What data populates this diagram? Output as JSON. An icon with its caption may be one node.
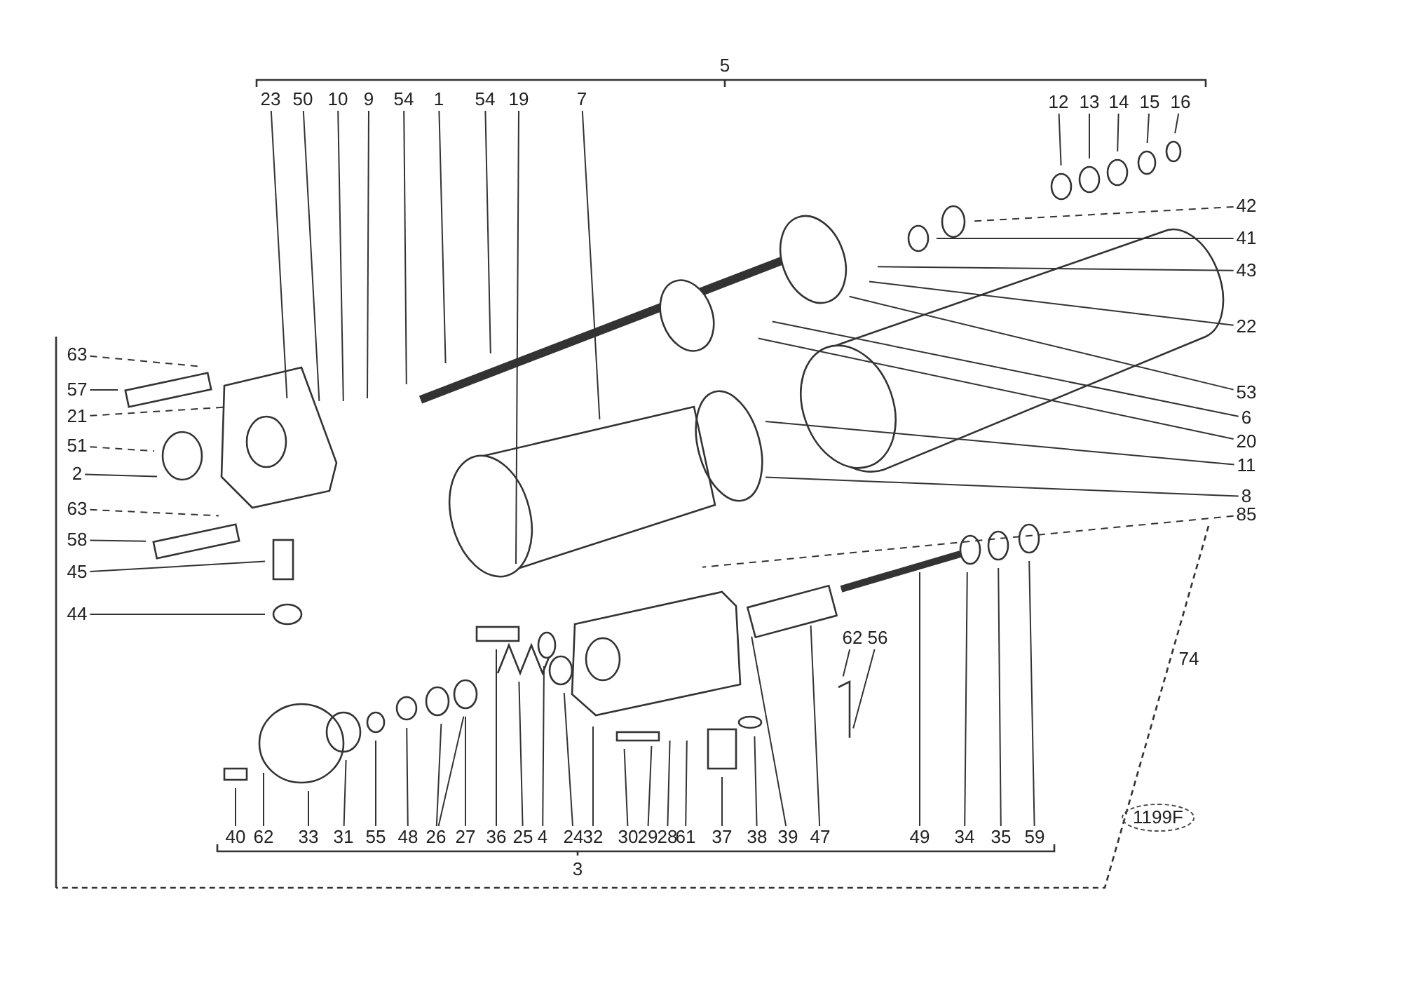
{
  "diagram": {
    "nodes": [
      {
        "text": [
          "23"
        ]
      },
      {
        "text": [
          "50"
        ]
      },
      {
        "text": [
          "10"
        ]
      },
      {
        "text": [
          "9"
        ]
      },
      {
        "text": [
          "54"
        ]
      },
      {
        "text": [
          "1"
        ]
      },
      {
        "text": [
          "54"
        ]
      },
      {
        "text": [
          "19"
        ]
      },
      {
        "text": [
          "7"
        ]
      },
      {
        "text": [
          "12"
        ]
      },
      {
        "text": [
          "13"
        ]
      },
      {
        "text": [
          "14"
        ]
      },
      {
        "text": [
          "15"
        ]
      },
      {
        "text": [
          "16"
        ]
      },
      {
        "text": [
          "42"
        ]
      },
      {
        "text": [
          "41"
        ]
      },
      {
        "text": [
          "43"
        ]
      },
      {
        "text": [
          "22"
        ]
      },
      {
        "text": [
          "53"
        ]
      },
      {
        "text": [
          "6"
        ]
      },
      {
        "text": [
          "20"
        ]
      },
      {
        "text": [
          "11"
        ]
      },
      {
        "text": [
          "8"
        ]
      },
      {
        "text": [
          "85"
        ]
      },
      {
        "text": [
          "63"
        ]
      },
      {
        "text": [
          "57"
        ]
      },
      {
        "text": [
          "21"
        ]
      },
      {
        "text": [
          "51"
        ]
      },
      {
        "text": [
          "2"
        ]
      },
      {
        "text": [
          "63"
        ]
      },
      {
        "text": [
          "58"
        ]
      },
      {
        "text": [
          "45"
        ]
      },
      {
        "text": [
          "44"
        ]
      },
      {
        "text": [
          "62"
        ]
      },
      {
        "text": [
          "56"
        ]
      },
      {
        "text": [
          "40"
        ]
      },
      {
        "text": [
          "62"
        ]
      },
      {
        "text": [
          "33"
        ]
      },
      {
        "text": [
          "31"
        ]
      },
      {
        "text": [
          "55"
        ]
      },
      {
        "text": [
          "48"
        ]
      },
      {
        "text": [
          "26"
        ]
      },
      {
        "text": [
          "27"
        ]
      },
      {
        "text": [
          "36"
        ]
      },
      {
        "text": [
          "25"
        ]
      },
      {
        "text": [
          "4"
        ]
      },
      {
        "text": [
          "24"
        ]
      },
      {
        "text": [
          "32"
        ]
      },
      {
        "text": [
          "30"
        ]
      },
      {
        "text": [
          "29"
        ]
      },
      {
        "text": [
          "28"
        ]
      },
      {
        "text": [
          "61"
        ]
      },
      {
        "text": [
          "37"
        ]
      },
      {
        "text": [
          "38"
        ]
      },
      {
        "text": [
          "39"
        ]
      },
      {
        "text": [
          "47"
        ]
      },
      {
        "text": [
          "49"
        ]
      },
      {
        "text": [
          "34"
        ]
      },
      {
        "text": [
          "35"
        ]
      },
      {
        "text": [
          "59"
        ]
      }
    ],
    "edges": [
      {
        "from": 0,
        "to": null,
        "arrow": "none"
      },
      {
        "from": 1,
        "to": null,
        "arrow": "none"
      },
      {
        "from": 2,
        "to": null,
        "arrow": "none"
      },
      {
        "from": 3,
        "to": null,
        "arrow": "none"
      },
      {
        "from": 4,
        "to": null,
        "arrow": "none"
      },
      {
        "from": 5,
        "to": null,
        "arrow": "none"
      },
      {
        "from": 6,
        "to": null,
        "arrow": "none"
      },
      {
        "from": 7,
        "to": null,
        "arrow": "none"
      },
      {
        "from": 8,
        "to": null,
        "arrow": "none"
      },
      {
        "from": 9,
        "to": null,
        "arrow": "none"
      },
      {
        "from": 10,
        "to": null,
        "arrow": "none"
      },
      {
        "from": 11,
        "to": null,
        "arrow": "none"
      },
      {
        "from": 12,
        "to": null,
        "arrow": "none"
      },
      {
        "from": 13,
        "to": null,
        "arrow": "none"
      },
      {
        "from": 14,
        "to": null,
        "arrow": "none",
        "style": "dashed"
      },
      {
        "from": 15,
        "to": null,
        "arrow": "none"
      },
      {
        "from": 16,
        "to": null,
        "arrow": "none"
      },
      {
        "from": 17,
        "to": null,
        "arrow": "none"
      },
      {
        "from": 18,
        "to": null,
        "arrow": "none"
      },
      {
        "from": 19,
        "to": null,
        "arrow": "none"
      },
      {
        "from": 20,
        "to": null,
        "arrow": "none"
      },
      {
        "from": 21,
        "to": null,
        "arrow": "none"
      },
      {
        "from": 22,
        "to": null,
        "arrow": "none"
      },
      {
        "from": 23,
        "to": null,
        "arrow": "none",
        "style": "dashed"
      },
      {
        "from": 24,
        "to": null,
        "arrow": "none",
        "style": "dashed"
      },
      {
        "from": 25,
        "to": null,
        "arrow": "none"
      },
      {
        "from": 26,
        "to": null,
        "arrow": "none",
        "style": "dashed"
      },
      {
        "from": 27,
        "to": null,
        "arrow": "none",
        "style": "dashed"
      },
      {
        "from": 28,
        "to": null,
        "arrow": "none"
      },
      {
        "from": 29,
        "to": null,
        "arrow": "none",
        "style": "dashed"
      },
      {
        "from": 30,
        "to": null,
        "arrow": "none"
      },
      {
        "from": 31,
        "to": null,
        "arrow": "none"
      },
      {
        "from": 32,
        "to": null,
        "arrow": "none"
      },
      {
        "from": 33,
        "to": null,
        "arrow": "none"
      },
      {
        "from": 34,
        "to": null,
        "arrow": "none"
      },
      {
        "from": 35,
        "to": null,
        "arrow": "none"
      },
      {
        "from": 36,
        "to": null,
        "arrow": "none"
      },
      {
        "from": 37,
        "to": null,
        "arrow": "none"
      },
      {
        "from": 38,
        "to": null,
        "arrow": "none"
      },
      {
        "from": 39,
        "to": null,
        "arrow": "none"
      },
      {
        "from": 40,
        "to": null,
        "arrow": "none"
      },
      {
        "from": 41,
        "to": null,
        "arrow": "none"
      },
      {
        "from": 41,
        "to": null,
        "arrow": "none"
      },
      {
        "from": 42,
        "to": null,
        "arrow": "none"
      },
      {
        "from": 43,
        "to": null,
        "arrow": "none"
      },
      {
        "from": 44,
        "to": null,
        "arrow": "none"
      },
      {
        "from": 45,
        "to": null,
        "arrow": "none"
      },
      {
        "from": 46,
        "to": null,
        "arrow": "none"
      },
      {
        "from": 47,
        "to": null,
        "arrow": "none"
      },
      {
        "from": 48,
        "to": null,
        "arrow": "none"
      },
      {
        "from": 49,
        "to": null,
        "arrow": "none"
      },
      {
        "from": 50,
        "to": null,
        "arrow": "none"
      },
      {
        "from": 51,
        "to": null,
        "arrow": "none"
      },
      {
        "from": 52,
        "to": null,
        "arrow": "none"
      },
      {
        "from": 53,
        "to": null,
        "arrow": "none"
      },
      {
        "from": 54,
        "to": null,
        "arrow": "none"
      },
      {
        "from": 55,
        "to": null,
        "arrow": "none"
      },
      {
        "from": 56,
        "to": null,
        "arrow": "none"
      },
      {
        "from": 57,
        "to": null,
        "arrow": "none"
      },
      {
        "from": 58,
        "to": null,
        "arrow": "none"
      },
      {
        "from": 59,
        "to": null,
        "arrow": "none"
      }
    ],
    "labels": [
      "5",
      "74",
      "3",
      "1199F"
    ]
  }
}
